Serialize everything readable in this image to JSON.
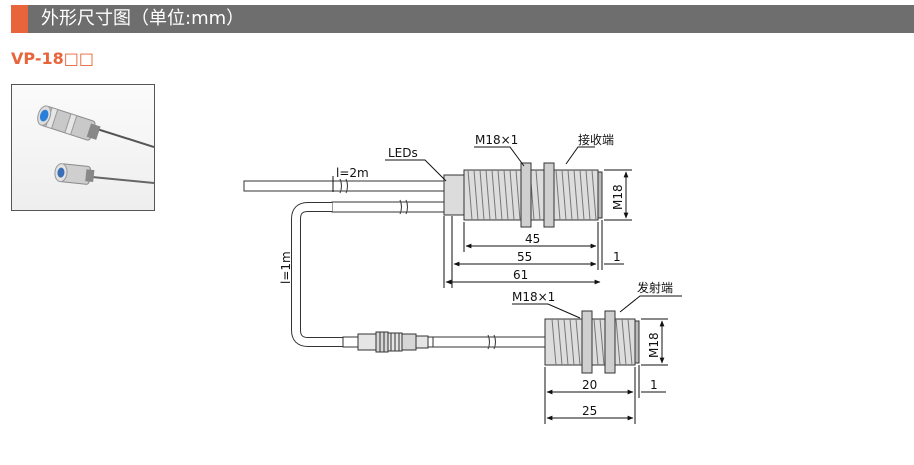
{
  "header": {
    "title": "外形尺寸图（单位:mm）",
    "accent_color": "#e8643a",
    "bar_color": "#6e6e6e"
  },
  "model": {
    "name": "VP-18□□"
  },
  "diagram": {
    "receiver": {
      "label_leds": "LEDs",
      "label_thread": "M18×1",
      "label_end": "接收端",
      "cable_length": "l=2m",
      "dim_m18": "M18",
      "dim_45": "45",
      "dim_55": "55",
      "dim_61": "61",
      "dim_1": "1"
    },
    "emitter": {
      "label_thread": "M18×1",
      "label_end": "发射端",
      "cable_length": "l=1m",
      "dim_m18": "M18",
      "dim_20": "20",
      "dim_25": "25",
      "dim_1": "1"
    }
  }
}
